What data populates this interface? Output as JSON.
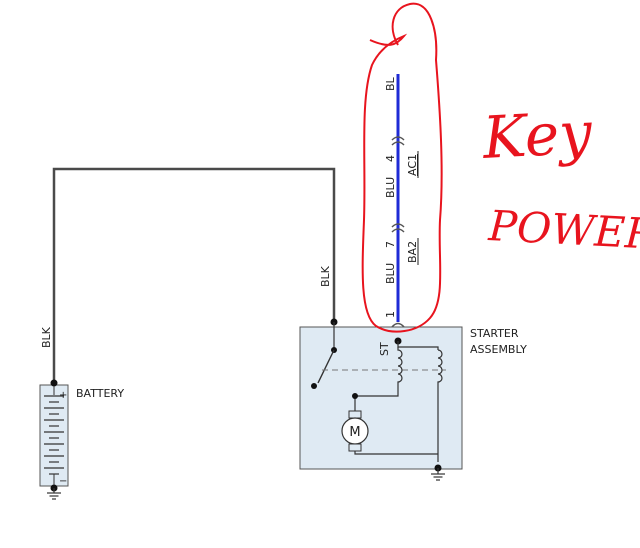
{
  "colors": {
    "wire_black": "#4a4a4a",
    "wire_blue": "#1f2bd6",
    "component_fill": "#dfeaf3",
    "component_stroke": "#555555",
    "annotation_red": "#e8141e"
  },
  "wires": {
    "battery_wire_label": "BLK",
    "starter_wire_label": "BLK",
    "blue_top_label": "BL",
    "blue_mid_label": "BLU",
    "blue_low_label": "BLU"
  },
  "connectors": {
    "upper": {
      "pin": "4",
      "name": "AC1"
    },
    "lower": {
      "pin": "7",
      "name": "BA2"
    },
    "starter_pin": "1"
  },
  "battery": {
    "label": "BATTERY",
    "plus": "+",
    "minus": "−"
  },
  "starter": {
    "title_line1": "STARTER",
    "title_line2": "ASSEMBLY",
    "terminal": "ST",
    "motor": "M"
  },
  "annotation": {
    "line1": "Key",
    "line2": "POWER"
  }
}
